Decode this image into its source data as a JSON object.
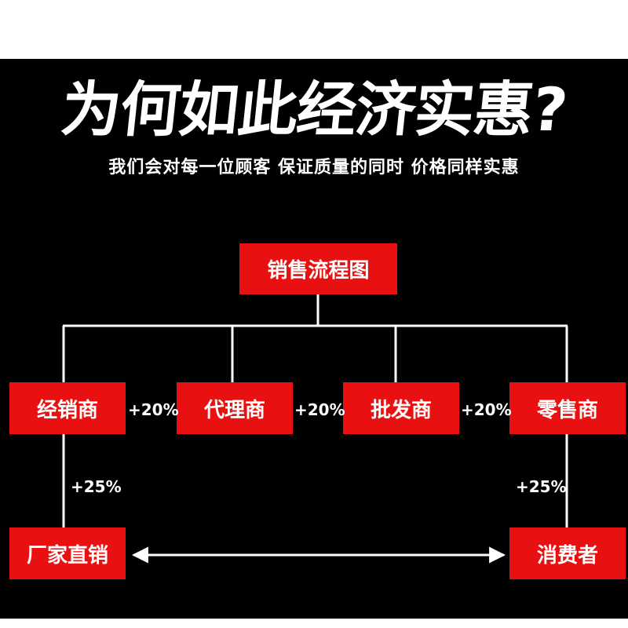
{
  "title": "为何如此经济实惠?",
  "subtitle": "我们会对每一位顾客 保证质量的同时 价格同样实惠",
  "chart": {
    "root": "销售流程图",
    "dealer": "经销商",
    "agent": "代理商",
    "wholesaler": "批发商",
    "retailer": "零售商",
    "factory_direct": "厂家直销",
    "consumer": "消费者"
  },
  "markups": {
    "dealer_to_agent": "+20%",
    "agent_to_wholesaler": "+20%",
    "wholesaler_to_retailer": "+20%",
    "dealer_from_factory": "+25%",
    "retailer_to_consumer": "+25%"
  },
  "colors": {
    "box": "#e81010",
    "background": "#000000",
    "text": "#ffffff",
    "line": "#ffffff"
  }
}
